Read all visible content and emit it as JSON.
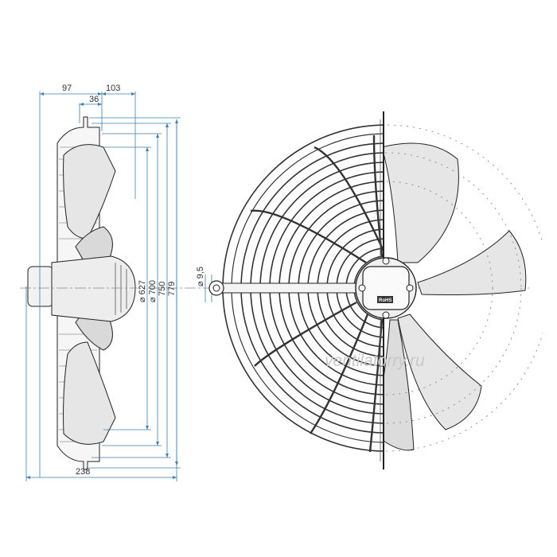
{
  "dimensions": {
    "d97": "97",
    "d103": "103",
    "d36": "36",
    "d238": "238",
    "d627": "⌀ 627",
    "d700": "⌀ 700",
    "d750": "750",
    "d779": "779",
    "d9_5": "⌀ 9,5"
  },
  "watermark": "ventilatorry.ru",
  "motor_label": "RoHS",
  "colors": {
    "dimension_line": "#3a7fb0",
    "outline": "#222222",
    "blade_fill": "#e6e6e6",
    "shade": "#c7c7c7"
  }
}
